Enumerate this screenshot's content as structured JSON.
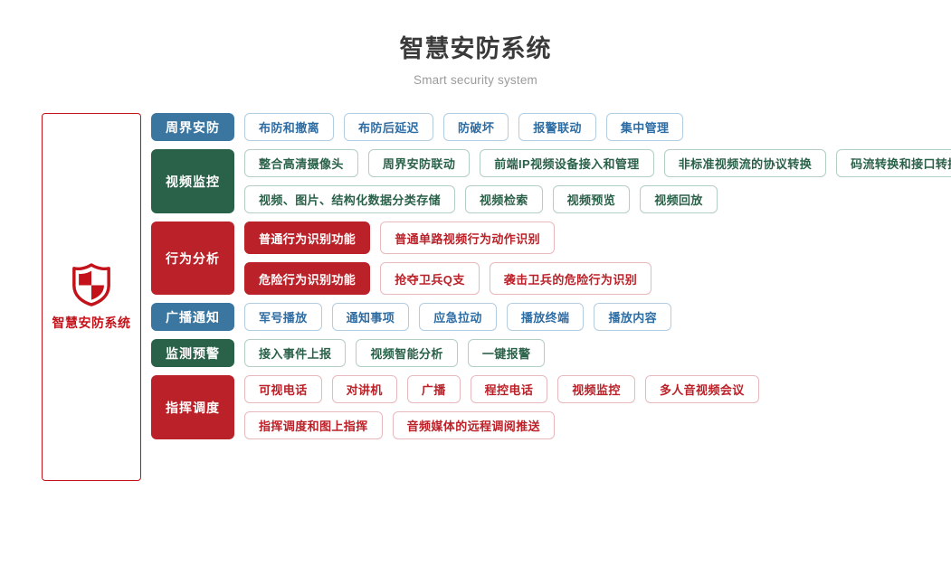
{
  "header": {
    "title": "智慧安防系统",
    "subtitle": "Smart security system"
  },
  "sidebar": {
    "icon": "shield-icon",
    "label": "智慧安防系统",
    "accent_color": "#c4121a"
  },
  "colors": {
    "blue": "#3a76a0",
    "green": "#2a6149",
    "red": "#bb2128",
    "title_gray": "#3a3a3a",
    "subtitle_gray": "#9b9b9b"
  },
  "rows": [
    {
      "category": "周界安防",
      "theme": "blue",
      "lines": [
        {
          "items": [
            "布防和撤离",
            "布防后延迟",
            "防破坏",
            "报警联动",
            "集中管理"
          ]
        }
      ]
    },
    {
      "category": "视频监控",
      "theme": "green",
      "lines": [
        {
          "items": [
            "整合高清摄像头",
            "周界安防联动",
            "前端IP视频设备接入和管理",
            "非标准视频流的协议转换",
            "码流转换和接口转换"
          ]
        },
        {
          "items": [
            "视频、图片、结构化数据分类存储",
            "视频检索",
            "视频预览",
            "视频回放"
          ]
        }
      ]
    },
    {
      "category": "行为分析",
      "theme": "red",
      "lines": [
        {
          "lead": "普通行为识别功能",
          "items": [
            "普通单路视频行为动作识别"
          ]
        },
        {
          "lead": "危险行为识别功能",
          "items": [
            "抢夺卫兵Q支",
            "袭击卫兵的危险行为识别"
          ]
        }
      ]
    },
    {
      "category": "广播通知",
      "theme": "blue",
      "lines": [
        {
          "items": [
            "军号播放",
            "通知事项",
            "应急拉动",
            "播放终端",
            "播放内容"
          ]
        }
      ]
    },
    {
      "category": "监测预警",
      "theme": "green",
      "lines": [
        {
          "items": [
            "接入事件上报",
            "视频智能分析",
            "一键报警"
          ]
        }
      ]
    },
    {
      "category": "指挥调度",
      "theme": "red",
      "lines": [
        {
          "items": [
            "可视电话",
            "对讲机",
            "广播",
            "程控电话",
            "视频监控",
            "多人音视频会议"
          ]
        },
        {
          "items": [
            "指挥调度和图上指挥",
            "音频媒体的远程调阅推送"
          ]
        }
      ]
    }
  ]
}
